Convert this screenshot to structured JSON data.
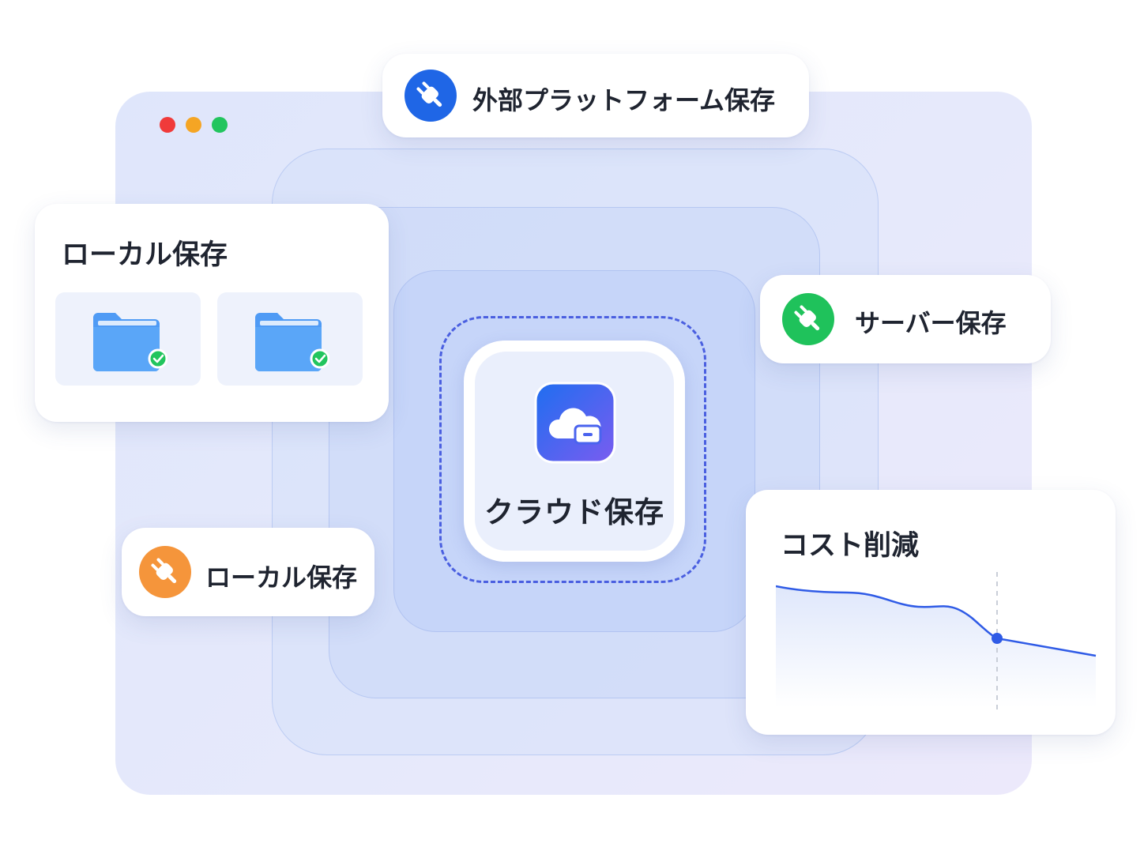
{
  "window": {
    "dots": [
      {
        "name": "close",
        "color": "#f03a3a"
      },
      {
        "name": "minimize",
        "color": "#f5a524"
      },
      {
        "name": "maximize",
        "color": "#22c55e"
      }
    ]
  },
  "external_platform": {
    "label": "外部プラットフォーム保存",
    "icon": "plug-icon",
    "color": "#1f66e6"
  },
  "server": {
    "label": "サーバー保存",
    "icon": "plug-icon",
    "color": "#1fc25b"
  },
  "local_pill": {
    "label": "ローカル保存",
    "icon": "plug-icon",
    "color": "#f5953b"
  },
  "local_card": {
    "title": "ローカル保存",
    "folders": [
      {
        "icon": "folder-icon",
        "status": "check-badge-icon"
      },
      {
        "icon": "folder-icon",
        "status": "check-badge-icon"
      }
    ]
  },
  "cloud": {
    "label": "クラウド保存",
    "icon": "cloud-storage-icon"
  },
  "cost": {
    "title": "コスト削減"
  },
  "colors": {
    "accent": "#2f5be6",
    "folder": "#4f9bf5",
    "check": "#22c55e"
  }
}
